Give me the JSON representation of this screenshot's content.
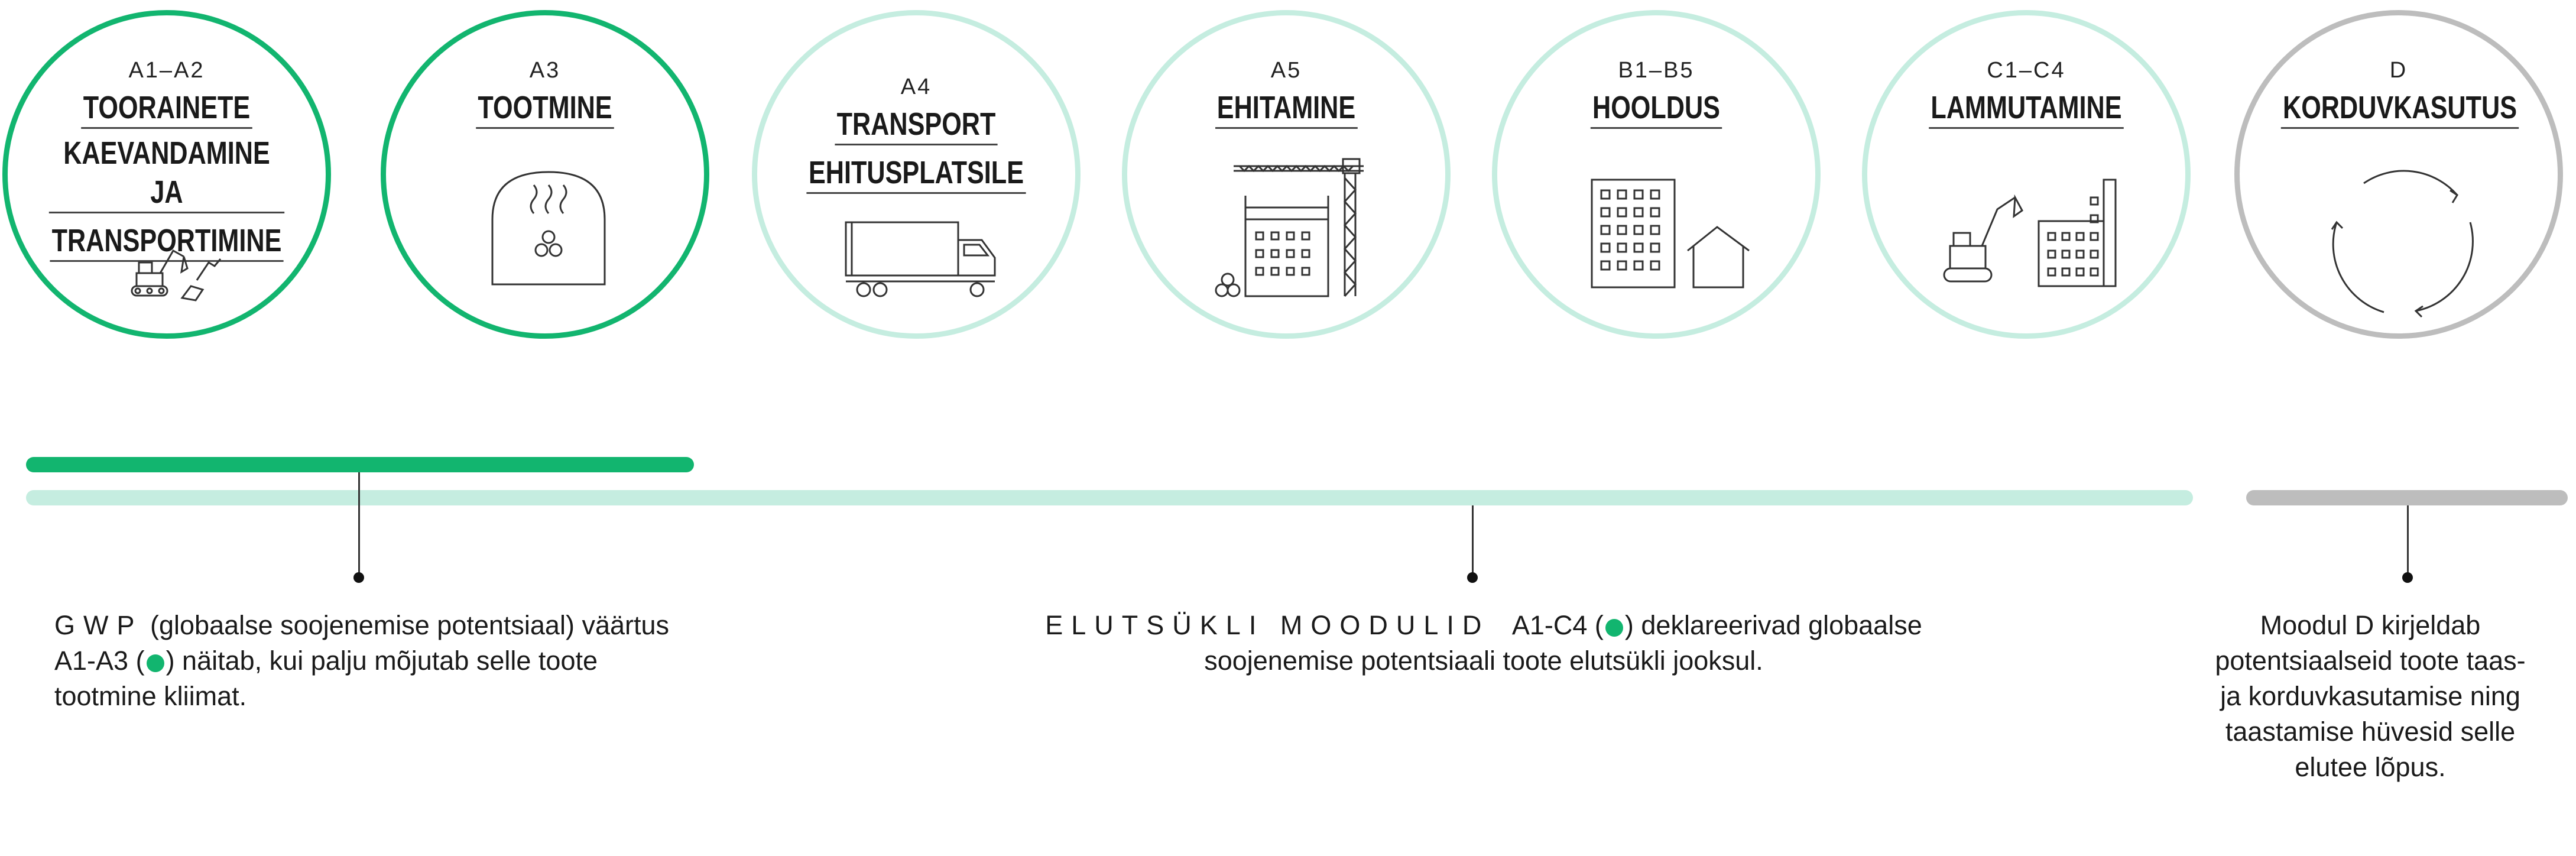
{
  "stages": [
    {
      "code": "A1–A2",
      "title": [
        "TOORAINETE",
        "KAEVANDAMINE JA",
        "TRANSPORTIMINE"
      ],
      "icon": "excavator-icon"
    },
    {
      "code": "A3",
      "title": [
        "TOOTMINE"
      ],
      "icon": "kiln-icon"
    },
    {
      "code": "A4",
      "title": [
        "TRANSPORT",
        "EHITUSPLATSILE"
      ],
      "icon": "truck-icon"
    },
    {
      "code": "A5",
      "title": [
        "EHITAMINE"
      ],
      "icon": "crane-building-icon"
    },
    {
      "code": "B1–B5",
      "title": [
        "HOOLDUS"
      ],
      "icon": "building-house-icon"
    },
    {
      "code": "C1–C4",
      "title": [
        "LAMMUTAMINE"
      ],
      "icon": "demolition-icon"
    },
    {
      "code": "D",
      "title": [
        "KORDUVKASUTUS"
      ],
      "icon": "recycle-icon"
    }
  ],
  "colors": {
    "dark_green": "#12b56f",
    "light_green": "#c5ede0",
    "gray": "#bdbdbd"
  },
  "notes": {
    "left": {
      "line1_prefix": "GWP",
      "line1_rest": " (globaalse soojenemise potentsiaal) väärtus",
      "line2_before": "A1-A3 (",
      "line2_after": ") näitab, kui palju mõjutab selle toote",
      "line3": "tootmine kliimat."
    },
    "center": {
      "line1_prefix": "ELUTSÜKLI MOODULID",
      "line1_mid": "A1-C4 (",
      "line1_after": ") deklareerivad globaalse",
      "line2": "soojenemise potentsiaali toote elutsükli jooksul."
    },
    "right": {
      "lines": [
        "Moodul D kirjeldab",
        "potentsiaalseid toote taas-",
        "ja korduvkasutamise ning",
        "taastamise hüvesid selle",
        "elutee lõpus."
      ]
    }
  }
}
